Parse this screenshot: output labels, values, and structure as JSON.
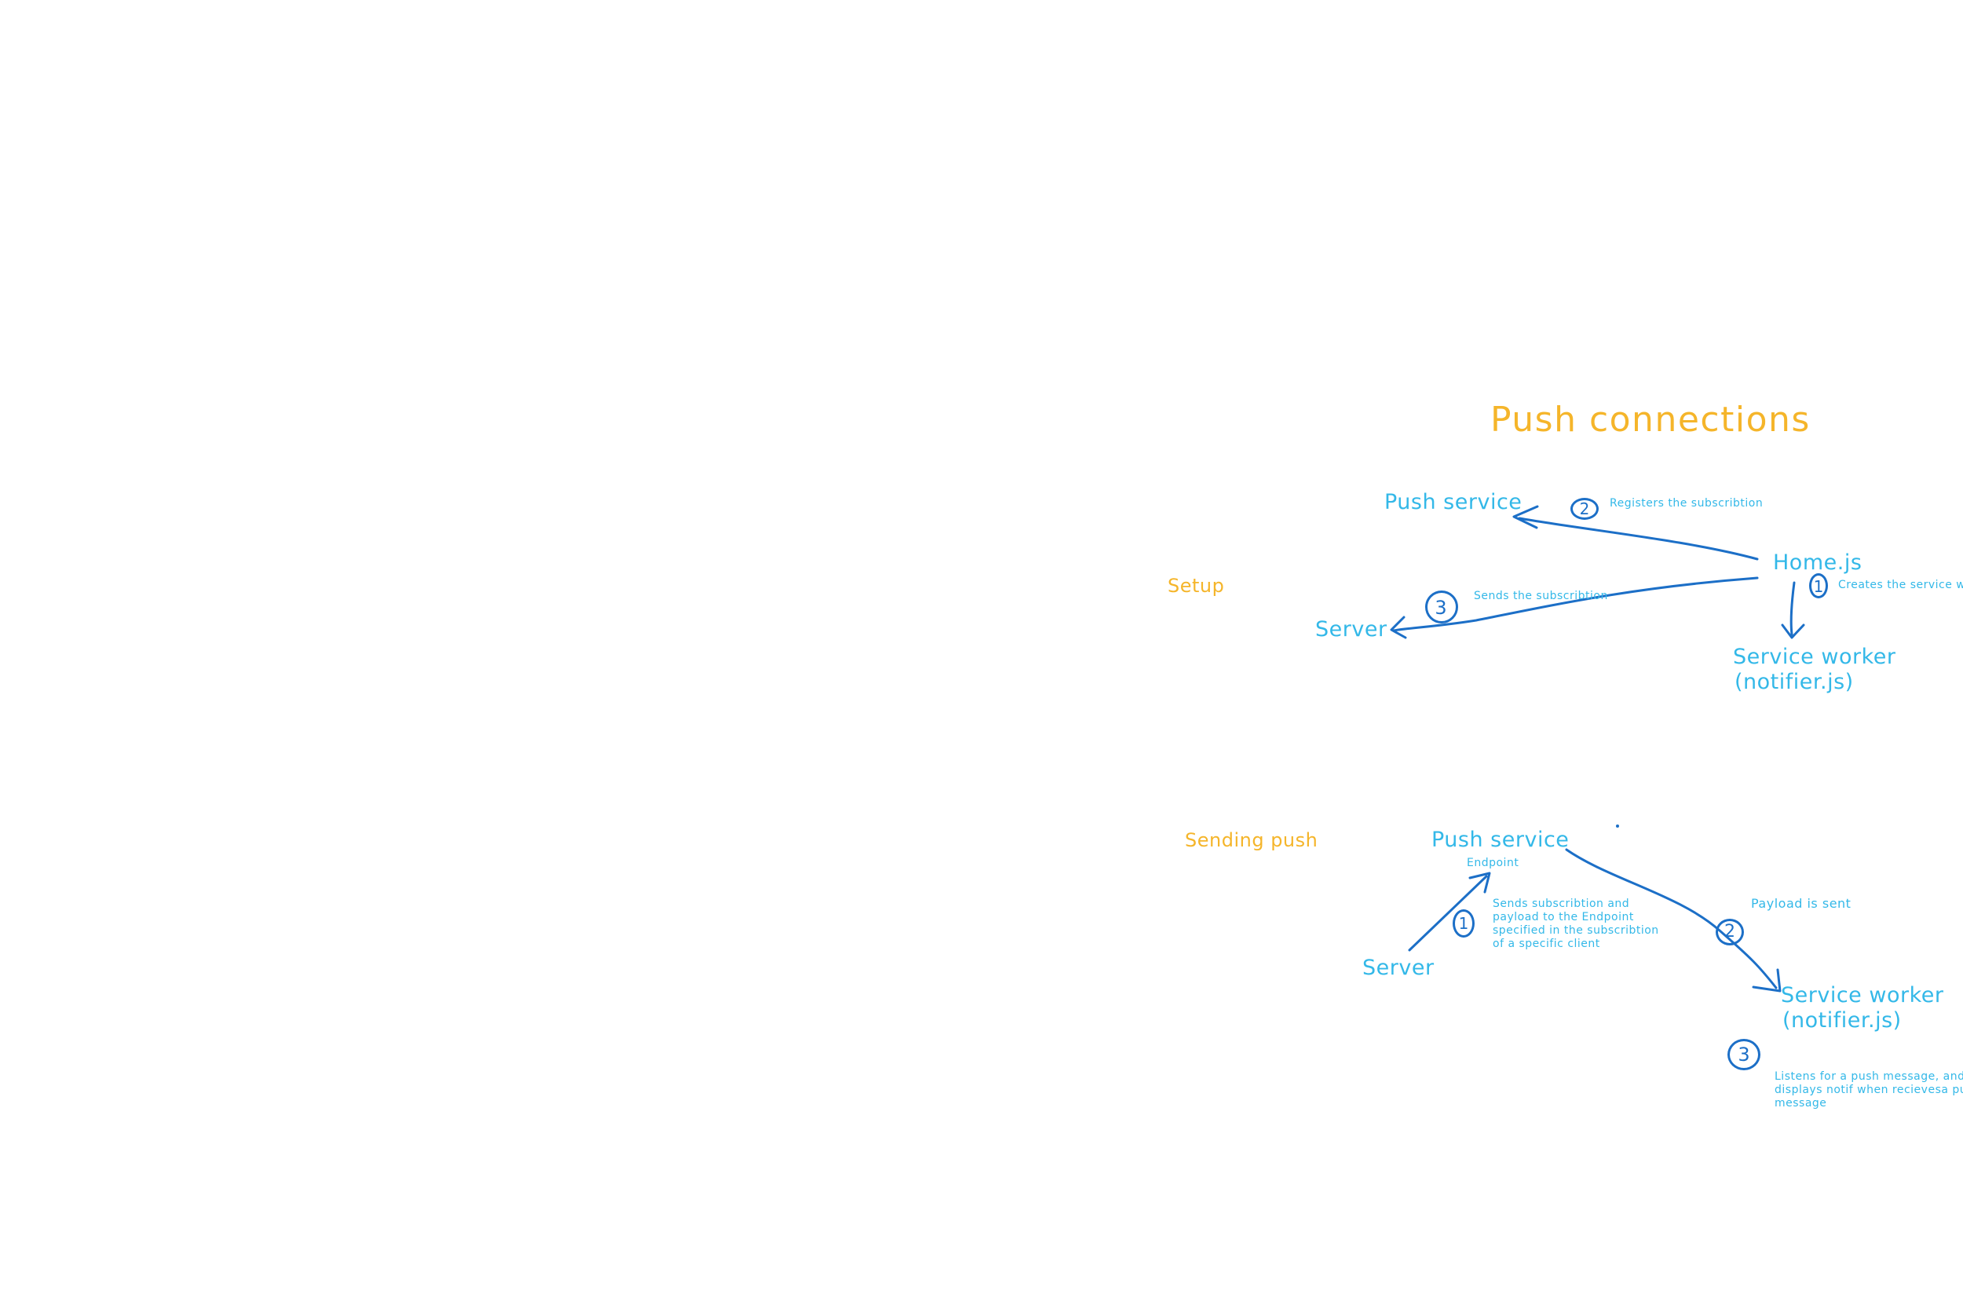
{
  "title": "Push connections",
  "colors": {
    "heading": "#f5b52a",
    "node_text": "#33b8e8",
    "arrow": "#1c6fc7",
    "background": "#ffffff"
  },
  "setup": {
    "label": "Setup",
    "nodes": {
      "push_service": "Push service",
      "home_js": "Home.js",
      "server": "Server",
      "service_worker_line1": "Service worker",
      "service_worker_line2": "(notifier.js)"
    },
    "steps": [
      {
        "number": "1",
        "text": "Creates the service worker"
      },
      {
        "number": "2",
        "text": "Registers the subscribtion"
      },
      {
        "number": "3",
        "text": "Sends the subscribtion"
      }
    ]
  },
  "sending": {
    "label": "Sending push",
    "nodes": {
      "push_service": "Push service",
      "endpoint": "Endpoint",
      "server": "Server",
      "service_worker_line1": "Service worker",
      "service_worker_line2": "(notifier.js)"
    },
    "steps": [
      {
        "number": "1",
        "lines": [
          "Sends subscribtion and",
          "payload to the Endpoint",
          "specified in the subscribtion",
          "of a specific client"
        ]
      },
      {
        "number": "2",
        "text": "Payload is sent"
      },
      {
        "number": "3",
        "lines": [
          "Listens for a push message, and",
          "displays notif when recievesa push",
          "message"
        ]
      }
    ]
  }
}
